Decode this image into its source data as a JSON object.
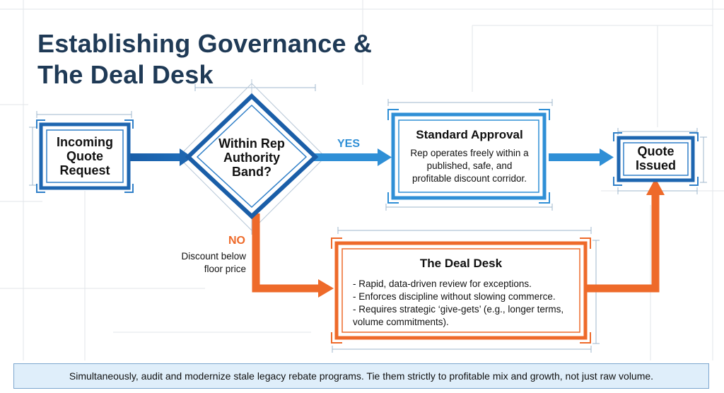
{
  "title": "Establishing Governance &\nThe Deal Desk",
  "colors": {
    "blue": "#1e66b0",
    "blue_light": "#2f8fd6",
    "orange": "#ee6a2a",
    "title": "#1f3a56",
    "footer_bg": "#dfeefa"
  },
  "nodes": {
    "incoming": {
      "label": "Incoming\nQuote\nRequest"
    },
    "decision": {
      "label": "Within Rep\nAuthority\nBand?"
    },
    "standard": {
      "title": "Standard Approval",
      "body": "Rep operates freely within a\npublished, safe, and\nprofitable discount corridor."
    },
    "issued": {
      "label": "Quote\nIssued"
    },
    "dealdesk": {
      "title": "The Deal Desk",
      "items": [
        "- Rapid, data-driven review for exceptions.",
        "- Enforces discipline without slowing commerce.",
        "- Requires strategic ‘give-gets’ (e.g., longer terms,\n  volume commitments)."
      ]
    }
  },
  "edges": {
    "yes_label": "YES",
    "no_label": "NO",
    "no_condition": "Discount below\nfloor price"
  },
  "footer": "Simultaneously, audit and modernize stale legacy rebate programs. Tie them strictly to profitable mix and growth, not just raw volume."
}
